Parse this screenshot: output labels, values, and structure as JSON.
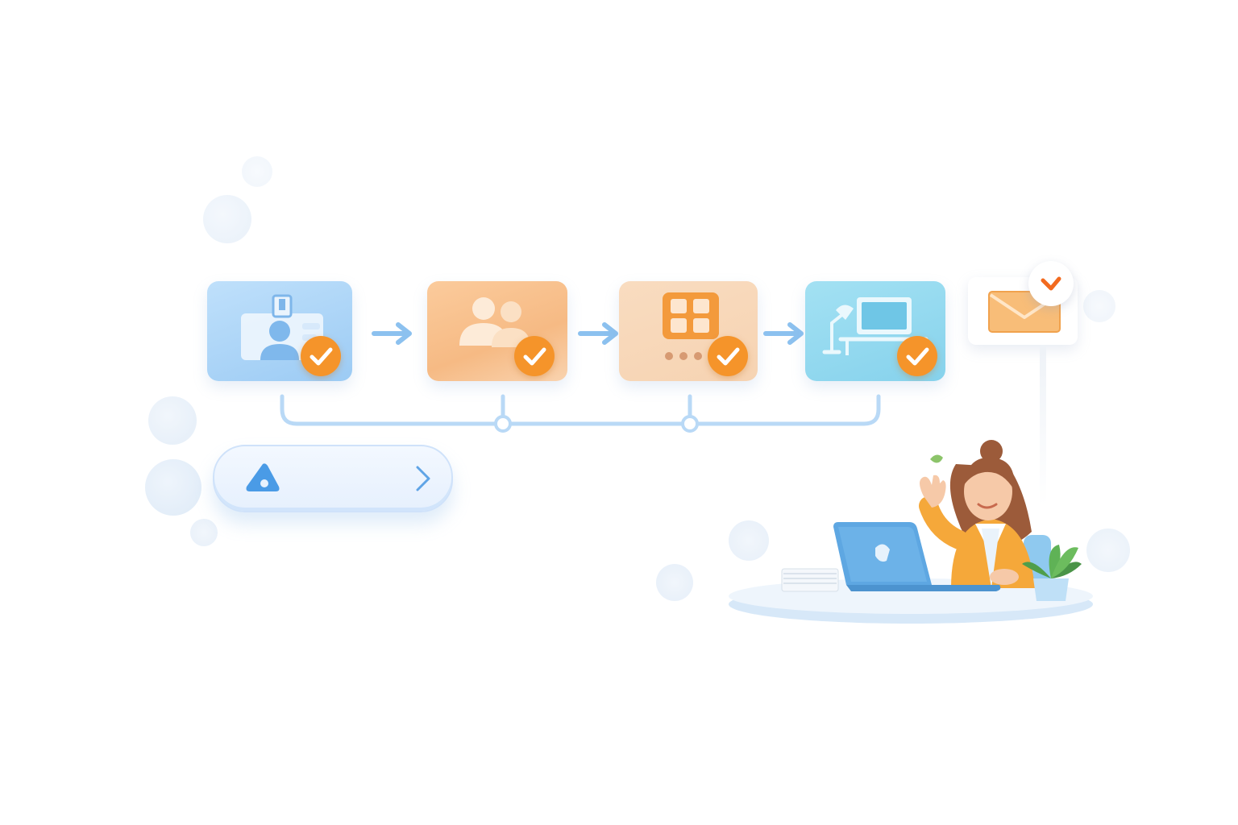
{
  "colors": {
    "blue_card": "#a9d2f7",
    "orange_card": "#f8c28f",
    "peach_card": "#f7d9bd",
    "cyan_card": "#8fd8ef",
    "check_orange": "#f5942a",
    "connector_blue": "#b9d9f6",
    "accent_blue": "#5fa4e6"
  },
  "steps": [
    {
      "id": "id-badge",
      "icon": "id-badge-icon",
      "status": "complete"
    },
    {
      "id": "team",
      "icon": "team-icon",
      "status": "complete"
    },
    {
      "id": "apps",
      "icon": "app-grid-icon",
      "status": "complete"
    },
    {
      "id": "workspace",
      "icon": "desk-workspace-icon",
      "status": "complete"
    }
  ],
  "notification": {
    "icon": "envelope-icon",
    "badge_icon": "heart-icon"
  },
  "search": {
    "left_icon": "triangle-marker-icon",
    "right_icon": "chevron-right-icon"
  },
  "illustration": {
    "subject": "woman-waving-at-laptop"
  }
}
